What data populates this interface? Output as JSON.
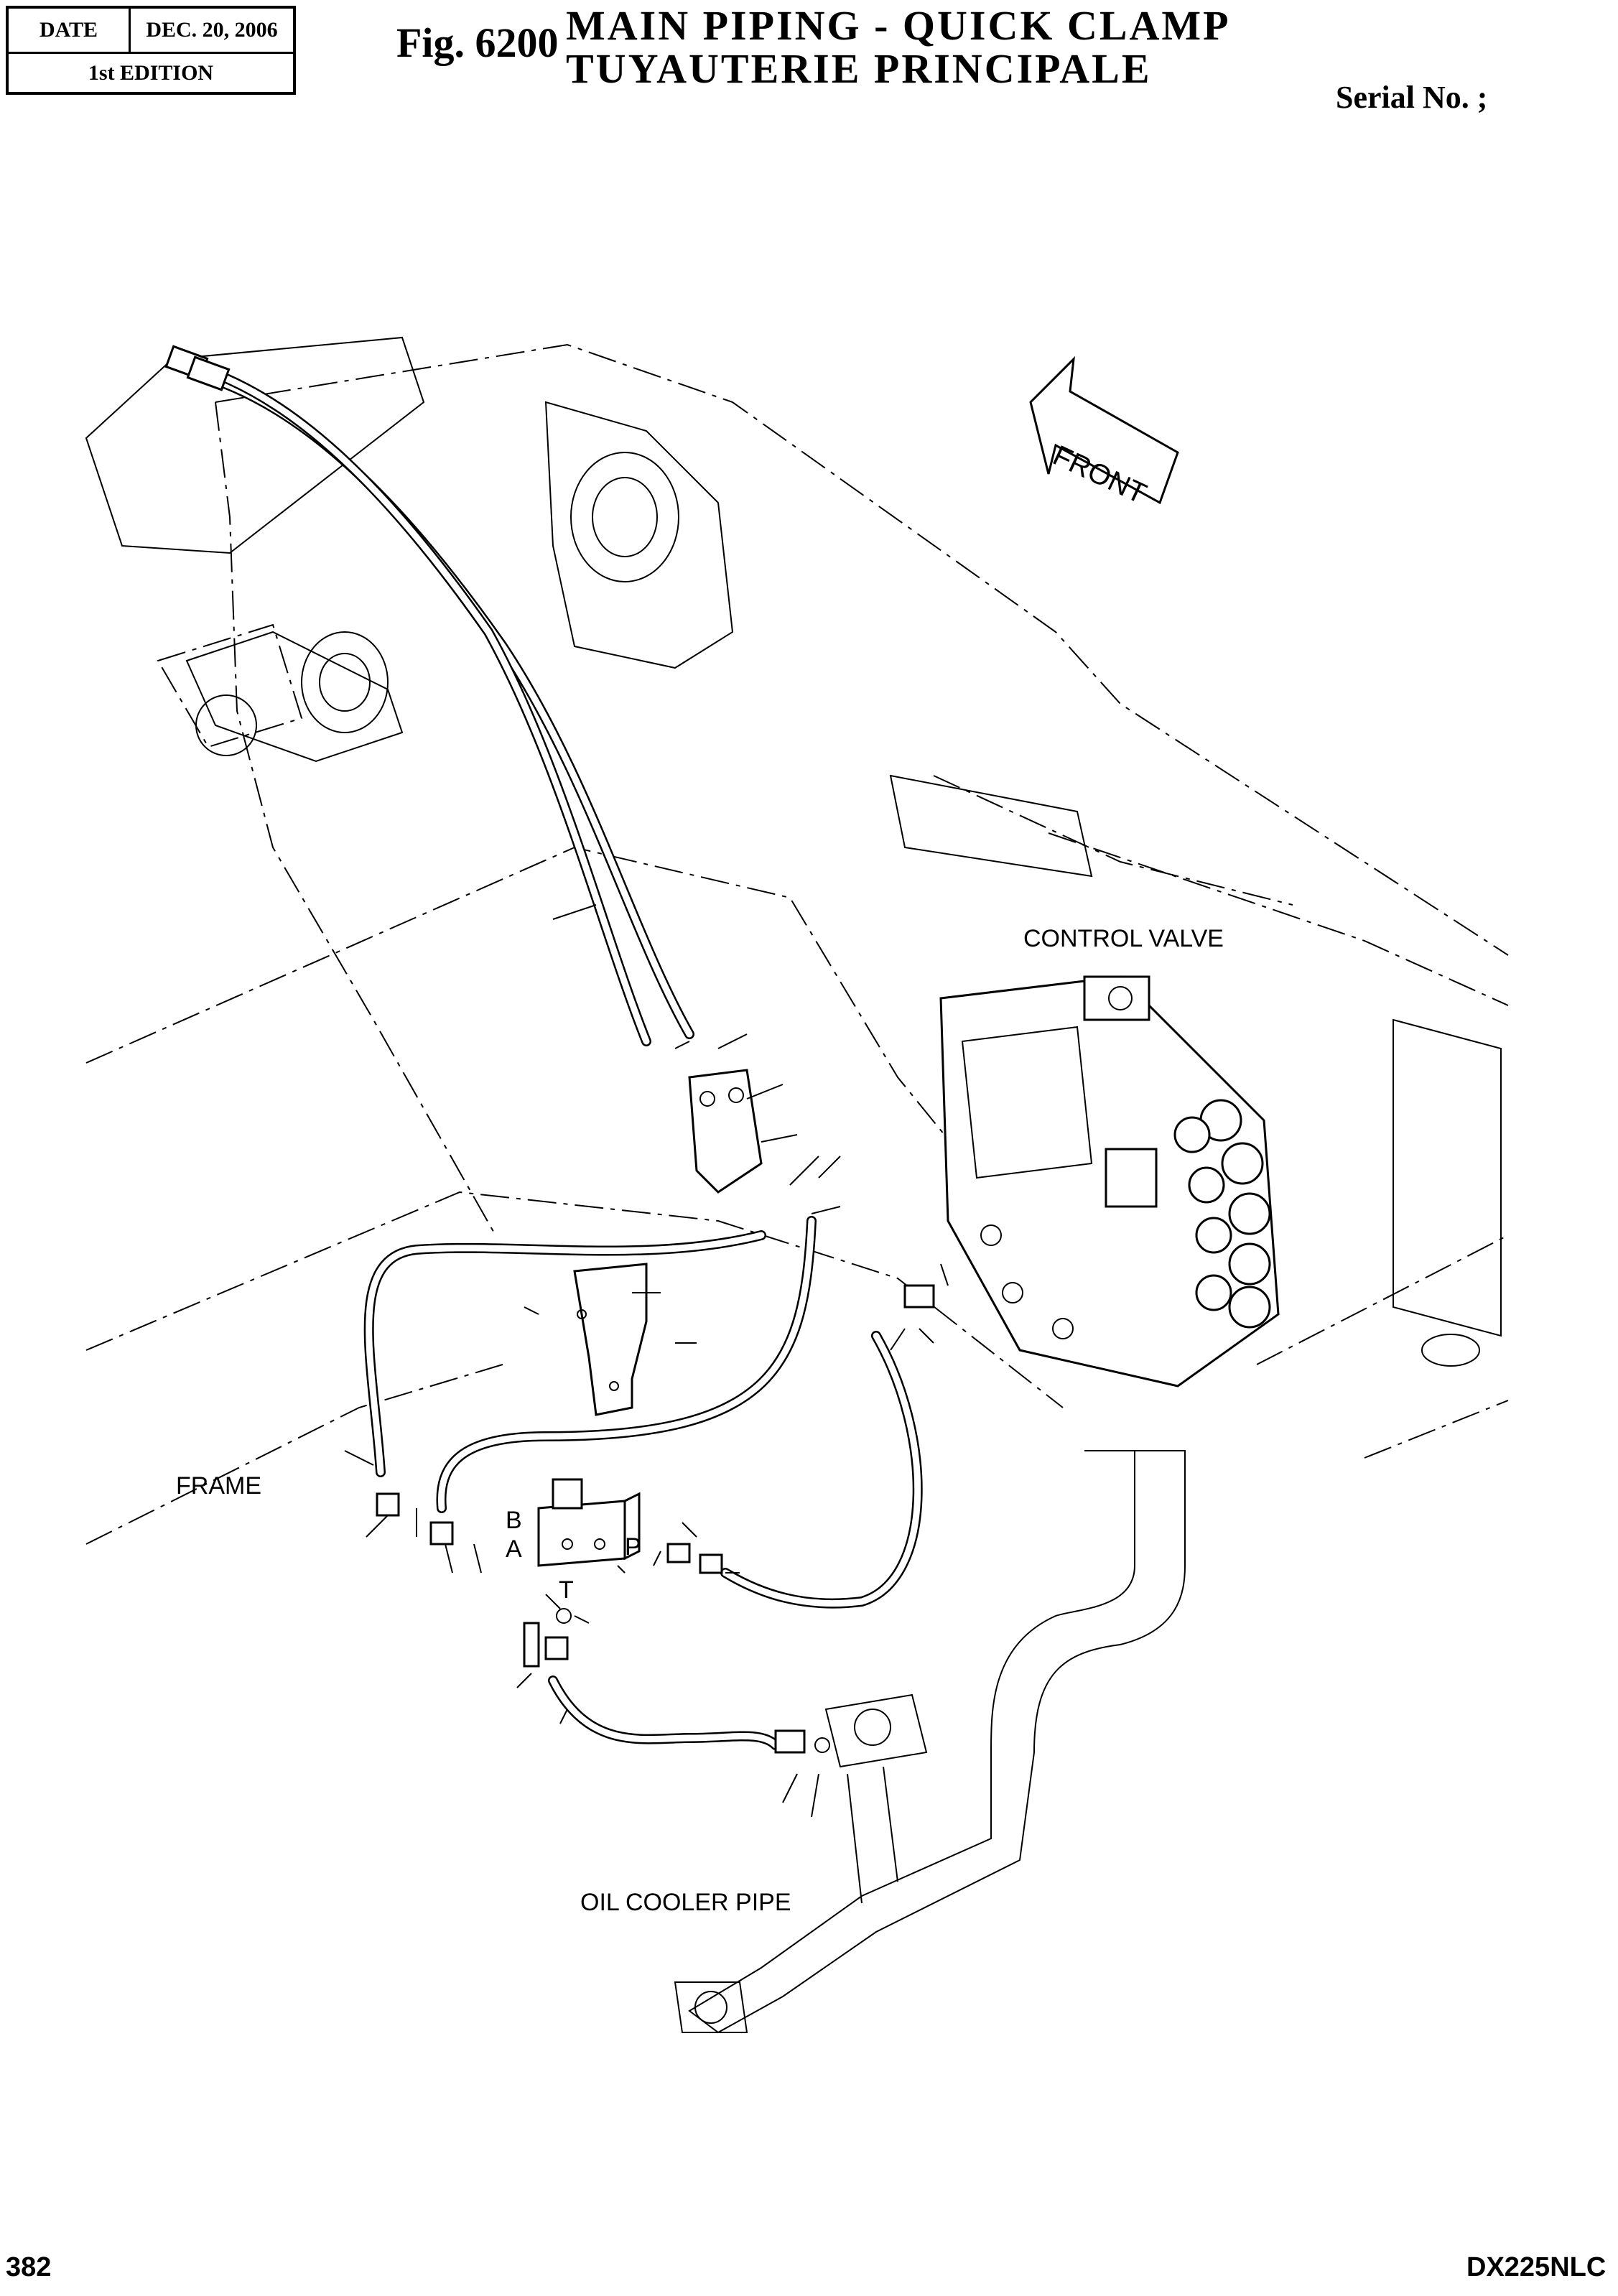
{
  "header": {
    "date_label": "DATE",
    "date_value": "DEC. 20, 2006",
    "edition": "1st EDITION"
  },
  "figure": {
    "number": "Fig. 6200",
    "title_en": "MAIN  PIPING  -  QUICK  CLAMP",
    "title_fr": "TUYAUTERIE  PRINCIPALE",
    "serial": "Serial No. ;"
  },
  "labels": {
    "front": "FRONT",
    "control_valve": "CONTROL VALVE",
    "frame": "FRAME",
    "oil_cooler_pipe": "OIL COOLER PIPE"
  },
  "ports": {
    "b": "B",
    "a": "A",
    "p": "P",
    "t": "T"
  },
  "footer": {
    "page_number": "382",
    "model": "DX225NLC"
  }
}
